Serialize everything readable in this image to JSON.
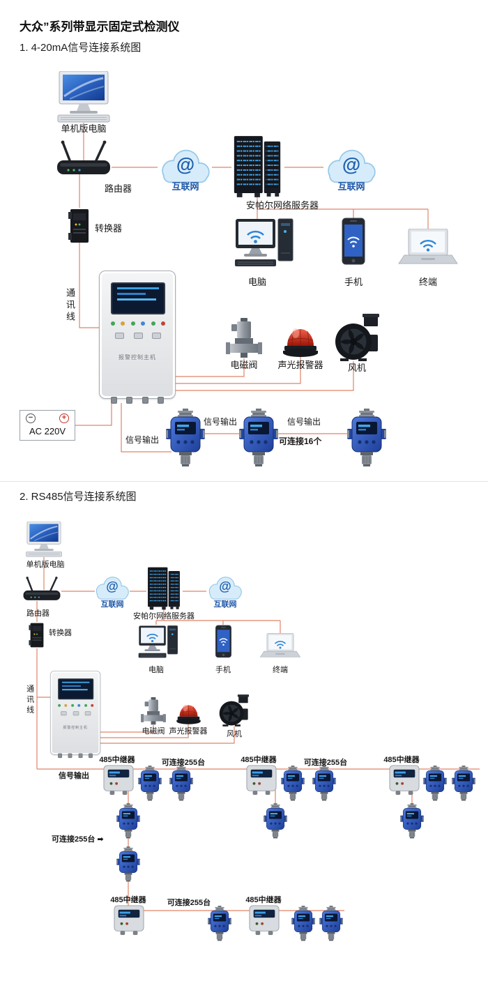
{
  "page": {
    "title": "大众”系列带显示固定式检测仪",
    "section1_title": "1. 4-20mA信号连接系统图",
    "section2_title": "2. RS485信号连接系统图"
  },
  "labels": {
    "pc": "单机版电脑",
    "router": "路由器",
    "internet": "互联网",
    "server": "安帕尔网络服务器",
    "converter": "转换器",
    "computer": "电脑",
    "phone": "手机",
    "terminal": "终端",
    "comm_line": "通讯线",
    "valve": "电磁阀",
    "alarm": "声光报警器",
    "fan": "风机",
    "panel_title": "报警控制主机",
    "signal_out": "信号输出",
    "repeater": "485中继器"
  },
  "d1": {
    "connect_count": "可连接16个",
    "ac_label": "AC 220V",
    "ac_minus": "−",
    "ac_plus": "+"
  },
  "d2": {
    "connect_count": "可连接255台",
    "connect_count_arrow": "可连接255台 ➡"
  },
  "icons": {
    "internet_cloud_glyph": "@"
  },
  "colors": {
    "connection_line": "#e08468",
    "internet_label_blue": "#1b55a7",
    "detector_body_blue": "#2c55b4"
  }
}
